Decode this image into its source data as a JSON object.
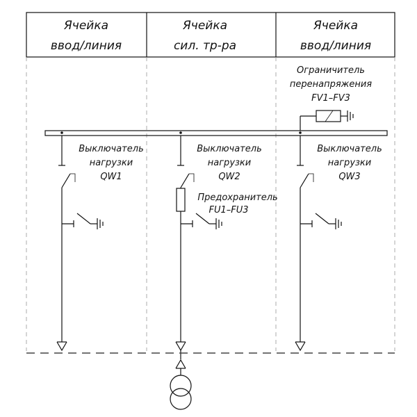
{
  "cells": [
    {
      "line1": "Ячейка",
      "line2": "ввод/линия"
    },
    {
      "line1": "Ячейка",
      "line2": "сил. тр-ра"
    },
    {
      "line1": "Ячейка",
      "line2": "ввод/линия"
    }
  ],
  "surge_arrester": {
    "line1": "Ограничитель",
    "line2": "перенапряжения",
    "line3": "FV1–FV3"
  },
  "switches": [
    {
      "line1": "Выключатель",
      "line2": "нагрузки",
      "line3": "QW1"
    },
    {
      "line1": "Выключатель",
      "line2": "нагрузки",
      "line3": "QW2"
    },
    {
      "line1": "Выключатель",
      "line2": "нагрузки",
      "line3": "QW3"
    }
  ],
  "fuse": {
    "line1": "Предохранитель",
    "line2": "FU1–FU3"
  }
}
